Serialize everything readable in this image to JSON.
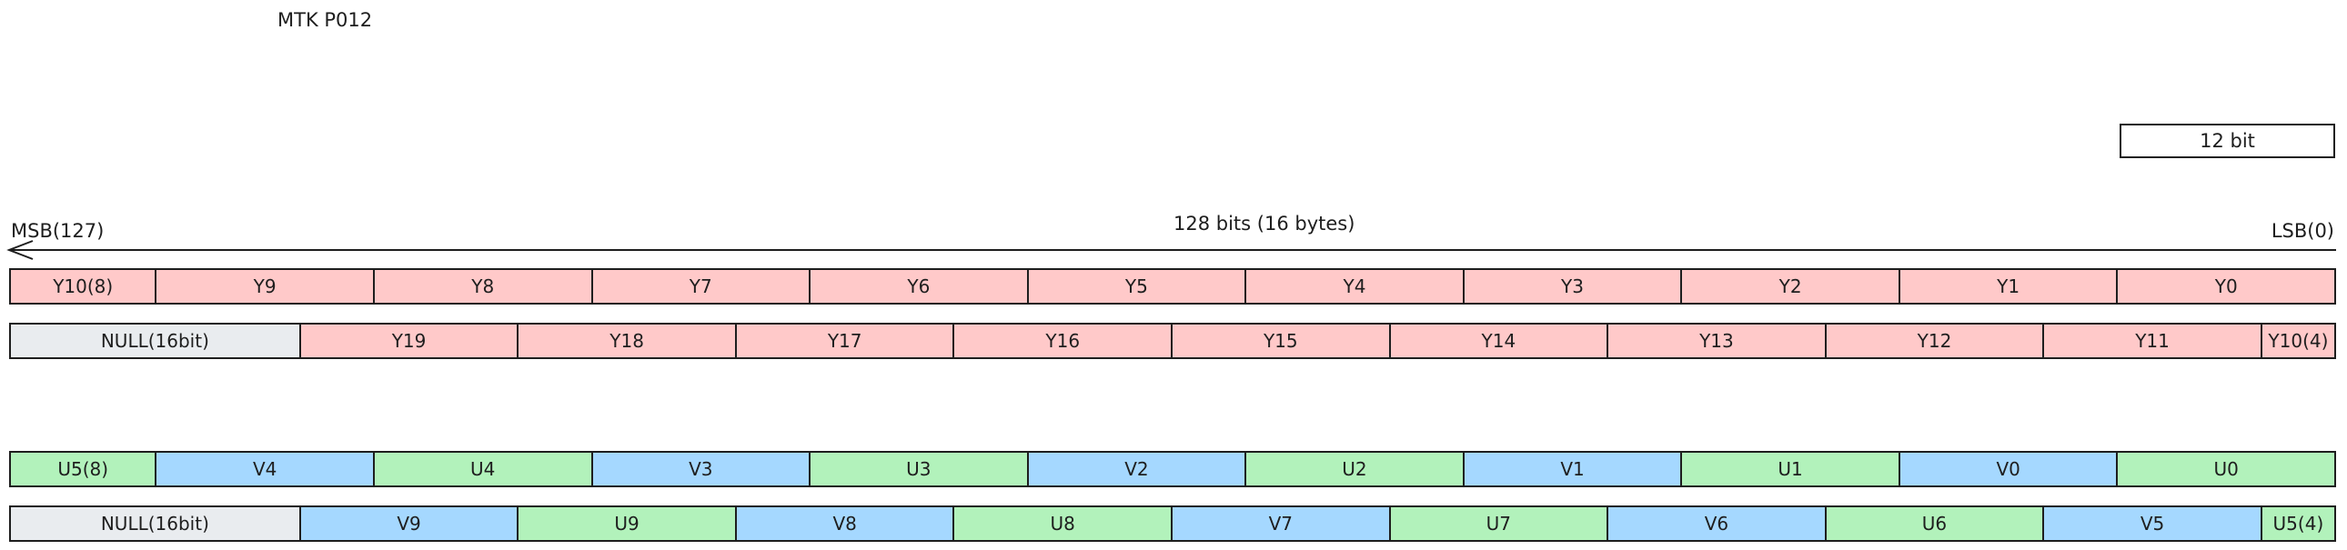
{
  "title": "MTK P012",
  "legend_label": "12 bit",
  "header": {
    "msb_label": "MSB(127)",
    "lsb_label": "LSB(0)",
    "width_label": "128 bits (16 bytes)"
  },
  "colors": {
    "y": "#ffc9c9",
    "u": "#b2f2bb",
    "v": "#a5d8ff",
    "null": "#e9ecef",
    "stroke": "#1e1e1e"
  },
  "rows": [
    {
      "name": "luma-row-1",
      "cells": [
        {
          "label": "Y10(8)",
          "kind": "y",
          "bits": 8
        },
        {
          "label": "Y9",
          "kind": "y",
          "bits": 12
        },
        {
          "label": "Y8",
          "kind": "y",
          "bits": 12
        },
        {
          "label": "Y7",
          "kind": "y",
          "bits": 12
        },
        {
          "label": "Y6",
          "kind": "y",
          "bits": 12
        },
        {
          "label": "Y5",
          "kind": "y",
          "bits": 12
        },
        {
          "label": "Y4",
          "kind": "y",
          "bits": 12
        },
        {
          "label": "Y3",
          "kind": "y",
          "bits": 12
        },
        {
          "label": "Y2",
          "kind": "y",
          "bits": 12
        },
        {
          "label": "Y1",
          "kind": "y",
          "bits": 12
        },
        {
          "label": "Y0",
          "kind": "y",
          "bits": 12
        }
      ]
    },
    {
      "name": "luma-row-2",
      "cells": [
        {
          "label": "NULL(16bit)",
          "kind": "null",
          "bits": 16
        },
        {
          "label": "Y19",
          "kind": "y",
          "bits": 12
        },
        {
          "label": "Y18",
          "kind": "y",
          "bits": 12
        },
        {
          "label": "Y17",
          "kind": "y",
          "bits": 12
        },
        {
          "label": "Y16",
          "kind": "y",
          "bits": 12
        },
        {
          "label": "Y15",
          "kind": "y",
          "bits": 12
        },
        {
          "label": "Y14",
          "kind": "y",
          "bits": 12
        },
        {
          "label": "Y13",
          "kind": "y",
          "bits": 12
        },
        {
          "label": "Y12",
          "kind": "y",
          "bits": 12
        },
        {
          "label": "Y11",
          "kind": "y",
          "bits": 12
        },
        {
          "label": "Y10(4)",
          "kind": "y",
          "bits": 4
        }
      ]
    },
    {
      "name": "chroma-row-1",
      "cells": [
        {
          "label": "U5(8)",
          "kind": "u",
          "bits": 8
        },
        {
          "label": "V4",
          "kind": "v",
          "bits": 12
        },
        {
          "label": "U4",
          "kind": "u",
          "bits": 12
        },
        {
          "label": "V3",
          "kind": "v",
          "bits": 12
        },
        {
          "label": "U3",
          "kind": "u",
          "bits": 12
        },
        {
          "label": "V2",
          "kind": "v",
          "bits": 12
        },
        {
          "label": "U2",
          "kind": "u",
          "bits": 12
        },
        {
          "label": "V1",
          "kind": "v",
          "bits": 12
        },
        {
          "label": "U1",
          "kind": "u",
          "bits": 12
        },
        {
          "label": "V0",
          "kind": "v",
          "bits": 12
        },
        {
          "label": "U0",
          "kind": "u",
          "bits": 12
        }
      ]
    },
    {
      "name": "chroma-row-2",
      "cells": [
        {
          "label": "NULL(16bit)",
          "kind": "null",
          "bits": 16
        },
        {
          "label": "V9",
          "kind": "v",
          "bits": 12
        },
        {
          "label": "U9",
          "kind": "u",
          "bits": 12
        },
        {
          "label": "V8",
          "kind": "v",
          "bits": 12
        },
        {
          "label": "U8",
          "kind": "u",
          "bits": 12
        },
        {
          "label": "V7",
          "kind": "v",
          "bits": 12
        },
        {
          "label": "U7",
          "kind": "u",
          "bits": 12
        },
        {
          "label": "V6",
          "kind": "v",
          "bits": 12
        },
        {
          "label": "U6",
          "kind": "u",
          "bits": 12
        },
        {
          "label": "V5",
          "kind": "v",
          "bits": 12
        },
        {
          "label": "U5(4)",
          "kind": "u",
          "bits": 4
        }
      ]
    }
  ]
}
